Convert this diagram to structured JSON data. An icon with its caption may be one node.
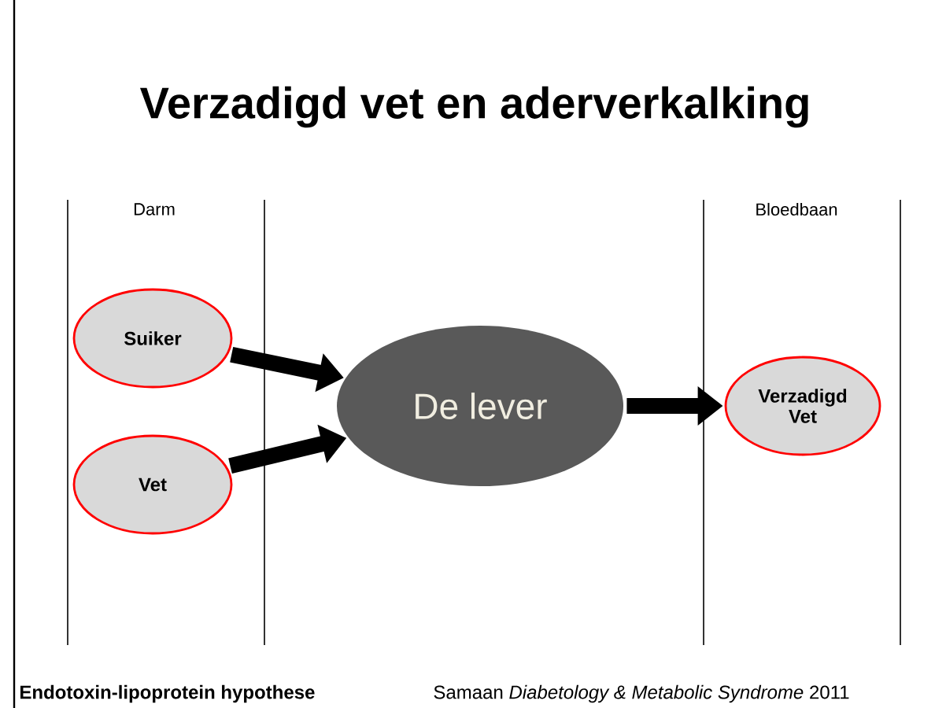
{
  "diagram": {
    "title": "Verzadigd vet en aderverkalking",
    "nodes": [
      {
        "text": [
          "Suiker"
        ]
      },
      {
        "text": [
          "Vet"
        ]
      },
      {
        "text": [
          "De lever"
        ]
      },
      {
        "text": [
          "Verzadigd Vet"
        ]
      }
    ],
    "edges": [
      {
        "from": 0,
        "to": 2,
        "arrow": "to"
      },
      {
        "from": 1,
        "to": 2,
        "arrow": "to"
      },
      {
        "from": 2,
        "to": 3,
        "arrow": "to"
      }
    ],
    "labels": [
      "Darm",
      "Bloedbaan",
      "Endotoxin-lipoprotein hypothese",
      "Samaan *Diabetology & Metabolic Syndrome* 2011"
    ]
  }
}
